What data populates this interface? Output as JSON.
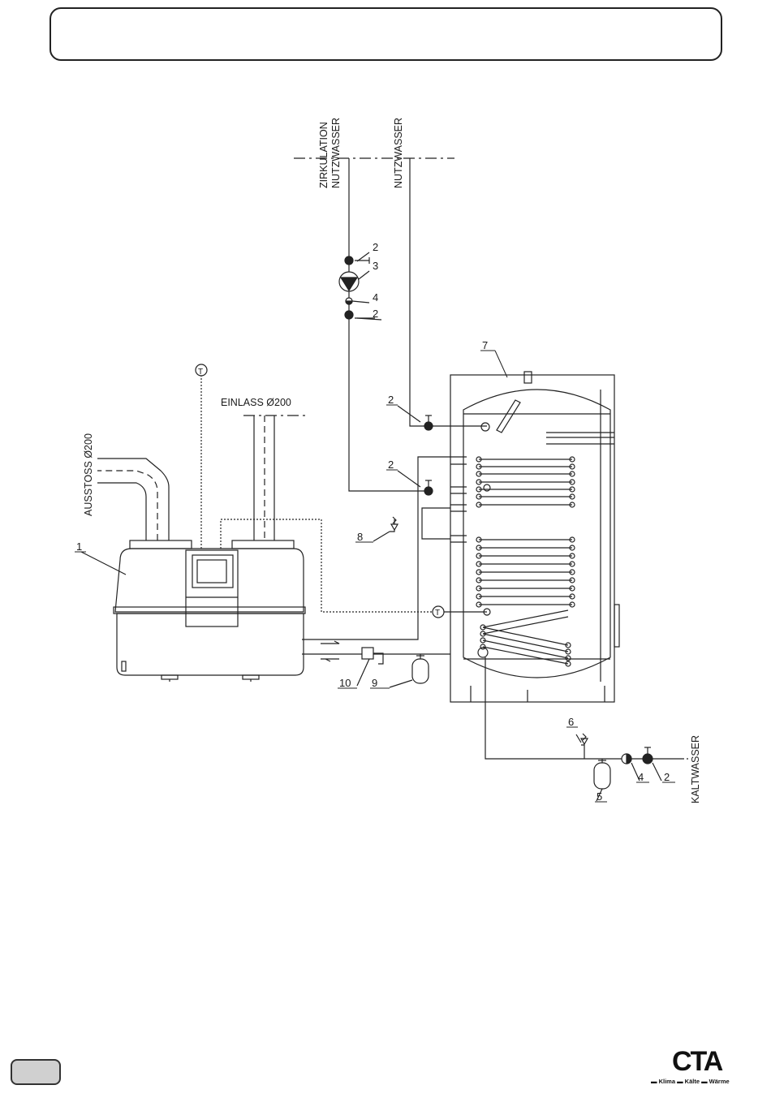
{
  "header": {
    "title": ""
  },
  "footer": {
    "page_tab": ""
  },
  "logo": {
    "mark": "CTA",
    "tagline": "▬ Klima ▬ Kälte ▬ Wärme"
  },
  "diagram": {
    "labels": {
      "zirkulation": "ZIRKULATION",
      "nutzwasser_circ": "NUTZWASSER",
      "nutzwasser": "NUTZWASSER",
      "einlass": "EINLASS Ø200",
      "ausstoss": "AUSSTOSS Ø200",
      "kaltwasser": "KALTWASSER",
      "sensor_symbol": "T"
    },
    "callouts": {
      "c1": "1",
      "c2a": "2",
      "c3": "3",
      "c4a": "4",
      "c2b": "2",
      "c7": "7",
      "c2c": "2",
      "c2d": "2",
      "c8": "8",
      "c10": "10",
      "c9": "9",
      "c6": "6",
      "c4b": "4",
      "c2e": "2",
      "c5": "5"
    }
  }
}
